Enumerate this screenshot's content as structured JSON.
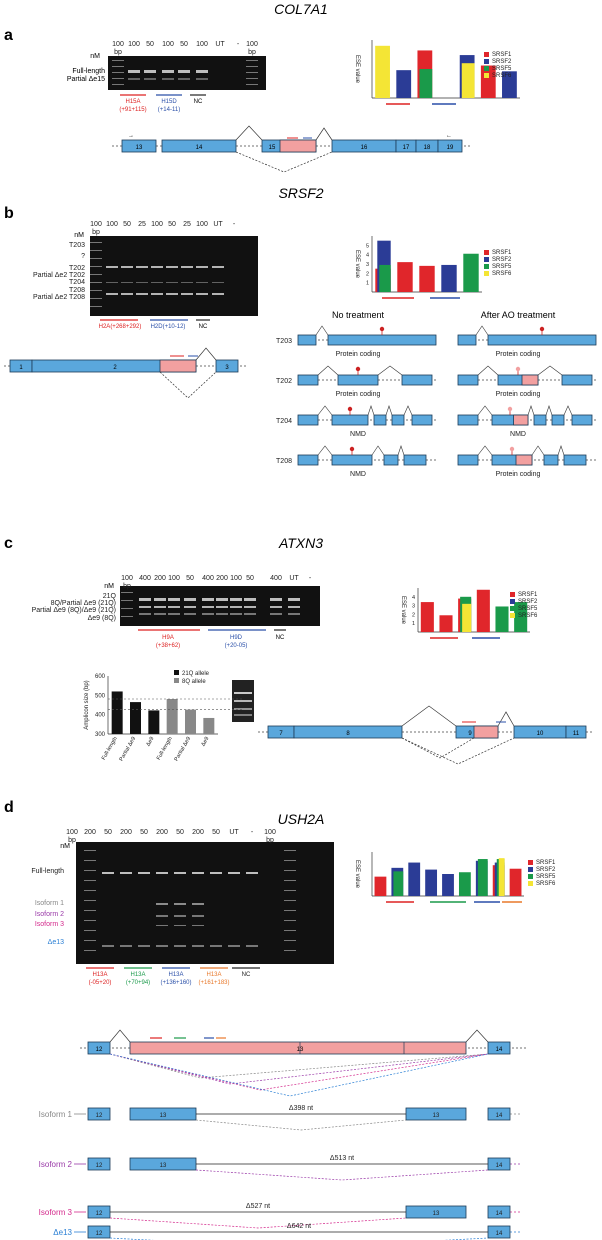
{
  "panels": {
    "a": {
      "letter": "a",
      "gene": "COL7A1",
      "gel_top": [
        "nM",
        "100\nbp",
        "100",
        "50",
        "100",
        "50",
        "100",
        "UT",
        "-",
        "100\nbp"
      ],
      "left_labels": [
        "Full-length",
        "Partial Δe15"
      ],
      "aos": [
        {
          "name": "H15A",
          "sub": "(+91+115)",
          "color": "#d22"
        },
        {
          "name": "H15D",
          "sub": "(+14-11)",
          "color": "#2a4fa8"
        },
        {
          "name": "NC",
          "sub": "",
          "color": "#222"
        }
      ],
      "exons": [
        "13",
        "14",
        "15",
        "16",
        "17",
        "18",
        "19"
      ]
    },
    "b": {
      "letter": "b",
      "gene": "SRSF2",
      "gel_top": [
        "nM",
        "100\nbp",
        "100",
        "50",
        "25",
        "100",
        "50",
        "25",
        "100",
        "UT",
        "-"
      ],
      "left_labels": [
        "T203",
        "?",
        "T202",
        "Partial Δe2 T202",
        "T204",
        "T208",
        "Partial Δe2 T208"
      ],
      "aos": [
        {
          "name": "H2A(+268+292)",
          "color": "#d22"
        },
        {
          "name": "H2D(+10-12)",
          "color": "#2a4fa8"
        },
        {
          "name": "NC",
          "color": "#222"
        }
      ],
      "exons": [
        "1",
        "2",
        "3"
      ],
      "no_treatment": "No treatment",
      "after_treatment": "After AO treatment",
      "transcripts": [
        {
          "id": "T203",
          "before": "Protein coding",
          "after": "Protein coding"
        },
        {
          "id": "T202",
          "before": "Protein coding",
          "after": "Protein coding"
        },
        {
          "id": "T204",
          "before": "NMD",
          "after": "NMD"
        },
        {
          "id": "T208",
          "before": "NMD",
          "after": "Protein coding"
        }
      ]
    },
    "c": {
      "letter": "c",
      "gene": "ATXN3",
      "gel_top": [
        "nM",
        "100\nbp",
        "400",
        "200",
        "100",
        "50",
        "400",
        "200",
        "100",
        "50",
        "400",
        "UT",
        "-"
      ],
      "left_labels": [
        "21Q",
        "8Q/Partial Δe9 (21Q)",
        "Partial Δe9 (8Q)/Δe9 (21Q)",
        "Δe9 (8Q)"
      ],
      "aos": [
        {
          "name": "H9A",
          "sub": "(+38+62)",
          "color": "#d22"
        },
        {
          "name": "H9D",
          "sub": "(+20-05)",
          "color": "#2a4fa8"
        },
        {
          "name": "NC",
          "sub": "",
          "color": "#222"
        }
      ],
      "exons": [
        "7",
        "8",
        "9",
        "10",
        "11"
      ]
    },
    "d": {
      "letter": "d",
      "gene": "USH2A",
      "gel_top": [
        "nM",
        "100\nbp",
        "200",
        "50",
        "200",
        "50",
        "200",
        "50",
        "200",
        "50",
        "UT",
        "-",
        "100\nbp"
      ],
      "left_labels": [
        "Full-length",
        "Isoform 1",
        "Isoform 2",
        "Isoform 3",
        "Δe13"
      ],
      "aos": [
        {
          "name": "H13A",
          "sub": "(-05+20)",
          "color": "#d22"
        },
        {
          "name": "H13A",
          "sub": "(+70+94)",
          "color": "#1a9a4a"
        },
        {
          "name": "H13A",
          "sub": "(+136+160)",
          "color": "#2a4fa8"
        },
        {
          "name": "H13A",
          "sub": "(+161+183)",
          "color": "#e8782a"
        },
        {
          "name": "NC",
          "sub": "",
          "color": "#222"
        }
      ],
      "exons": [
        "12",
        "13",
        "13",
        "14"
      ],
      "isoforms": [
        {
          "name": "Isoform 1",
          "delta": "Δ398 nt",
          "color": "#888888"
        },
        {
          "name": "Isoform 2",
          "delta": "Δ513 nt",
          "color": "#9a3aa8"
        },
        {
          "name": "Isoform 3",
          "delta": "Δ527 nt",
          "color": "#d42a8c"
        },
        {
          "name": "Δe13",
          "delta": "Δ642 nt",
          "color": "#2a7fd4"
        }
      ]
    }
  },
  "ese_legend": [
    "SRSF1",
    "SRSF2",
    "SRSF5",
    "SRSF6"
  ],
  "ese_ylabel": "ESE value",
  "colors": {
    "SRSF1": "#e0262b",
    "SRSF2": "#2b3c96",
    "SRSF5": "#1a9a4a",
    "SRSF6": "#f4e535"
  },
  "chart_data": [
    {
      "type": "bar",
      "title": "",
      "ylabel": "ESE value",
      "panel": "a",
      "ylim": [
        0,
        5
      ],
      "series": [
        {
          "name": "SRSF1",
          "values": [
            0,
            0,
            4.1,
            0,
            0,
            2.8,
            0
          ]
        },
        {
          "name": "SRSF2",
          "values": [
            0,
            2.4,
            0,
            0,
            3.7,
            0,
            2.3
          ]
        },
        {
          "name": "SRSF5",
          "values": [
            0,
            0,
            2.5,
            0,
            0,
            0,
            0
          ]
        },
        {
          "name": "SRSF6",
          "values": [
            4.5,
            0,
            0,
            0,
            3.0,
            0,
            0
          ]
        }
      ]
    },
    {
      "type": "bar",
      "title": "",
      "ylabel": "ESE value",
      "panel": "b",
      "ylim": [
        0,
        6
      ],
      "y_ticks": [
        "1",
        "2",
        "3",
        "4",
        "5"
      ],
      "series": [
        {
          "name": "SRSF1",
          "values": [
            2.5,
            3.2,
            2.8,
            0,
            0
          ]
        },
        {
          "name": "SRSF2",
          "values": [
            5.5,
            0,
            0,
            2.9,
            0
          ]
        },
        {
          "name": "SRSF5",
          "values": [
            2.9,
            0,
            0,
            0,
            4.1
          ]
        },
        {
          "name": "SRSF6",
          "values": [
            0,
            0,
            0,
            0,
            0
          ]
        }
      ]
    },
    {
      "type": "bar",
      "title": "",
      "ylabel": "ESE value",
      "panel": "c",
      "ylim": [
        0,
        5
      ],
      "y_ticks": [
        "1",
        "2",
        "3",
        "4"
      ],
      "series": [
        {
          "name": "SRSF1",
          "values": [
            3.4,
            1.9,
            3.8,
            4.8,
            0,
            0
          ]
        },
        {
          "name": "SRSF2",
          "values": [
            0,
            0,
            0,
            0,
            0,
            0
          ]
        },
        {
          "name": "SRSF5",
          "values": [
            0,
            0,
            4.0,
            0,
            2.9,
            3.4
          ]
        },
        {
          "name": "SRSF6",
          "values": [
            0,
            0,
            3.2,
            0,
            0,
            0
          ]
        }
      ]
    },
    {
      "type": "bar",
      "title": "",
      "ylabel": "ESE value",
      "panel": "d",
      "ylim": [
        0,
        5
      ],
      "series": [
        {
          "name": "SRSF1",
          "values": [
            2.2,
            0,
            0,
            0,
            0,
            0,
            0,
            3.5,
            3.1
          ]
        },
        {
          "name": "SRSF2",
          "values": [
            0,
            3.2,
            3.8,
            3.0,
            2.5,
            0,
            4.0,
            3.8,
            0
          ]
        },
        {
          "name": "SRSF5",
          "values": [
            0,
            2.8,
            0,
            0,
            0,
            2.7,
            4.2,
            4.2,
            0
          ]
        },
        {
          "name": "SRSF6",
          "values": [
            0,
            0,
            0,
            0,
            0,
            0,
            0,
            4.3,
            0
          ]
        }
      ]
    },
    {
      "type": "bar",
      "title": "",
      "ylabel": "Amplicon size (bp)",
      "panel": "c-inset",
      "ylim": [
        300,
        600
      ],
      "y_ticks": [
        "300",
        "400",
        "500",
        "600"
      ],
      "categories": [
        "Full-length",
        "Partial Δe9",
        "Δe9",
        "Full-length",
        "Partial Δe9",
        "Δe9"
      ],
      "series": [
        {
          "name": "21Q allele",
          "values": [
            520,
            465,
            422,
            0,
            0,
            0
          ]
        },
        {
          "name": "8Q allele",
          "values": [
            0,
            0,
            0,
            481,
            426,
            383
          ]
        }
      ]
    }
  ]
}
